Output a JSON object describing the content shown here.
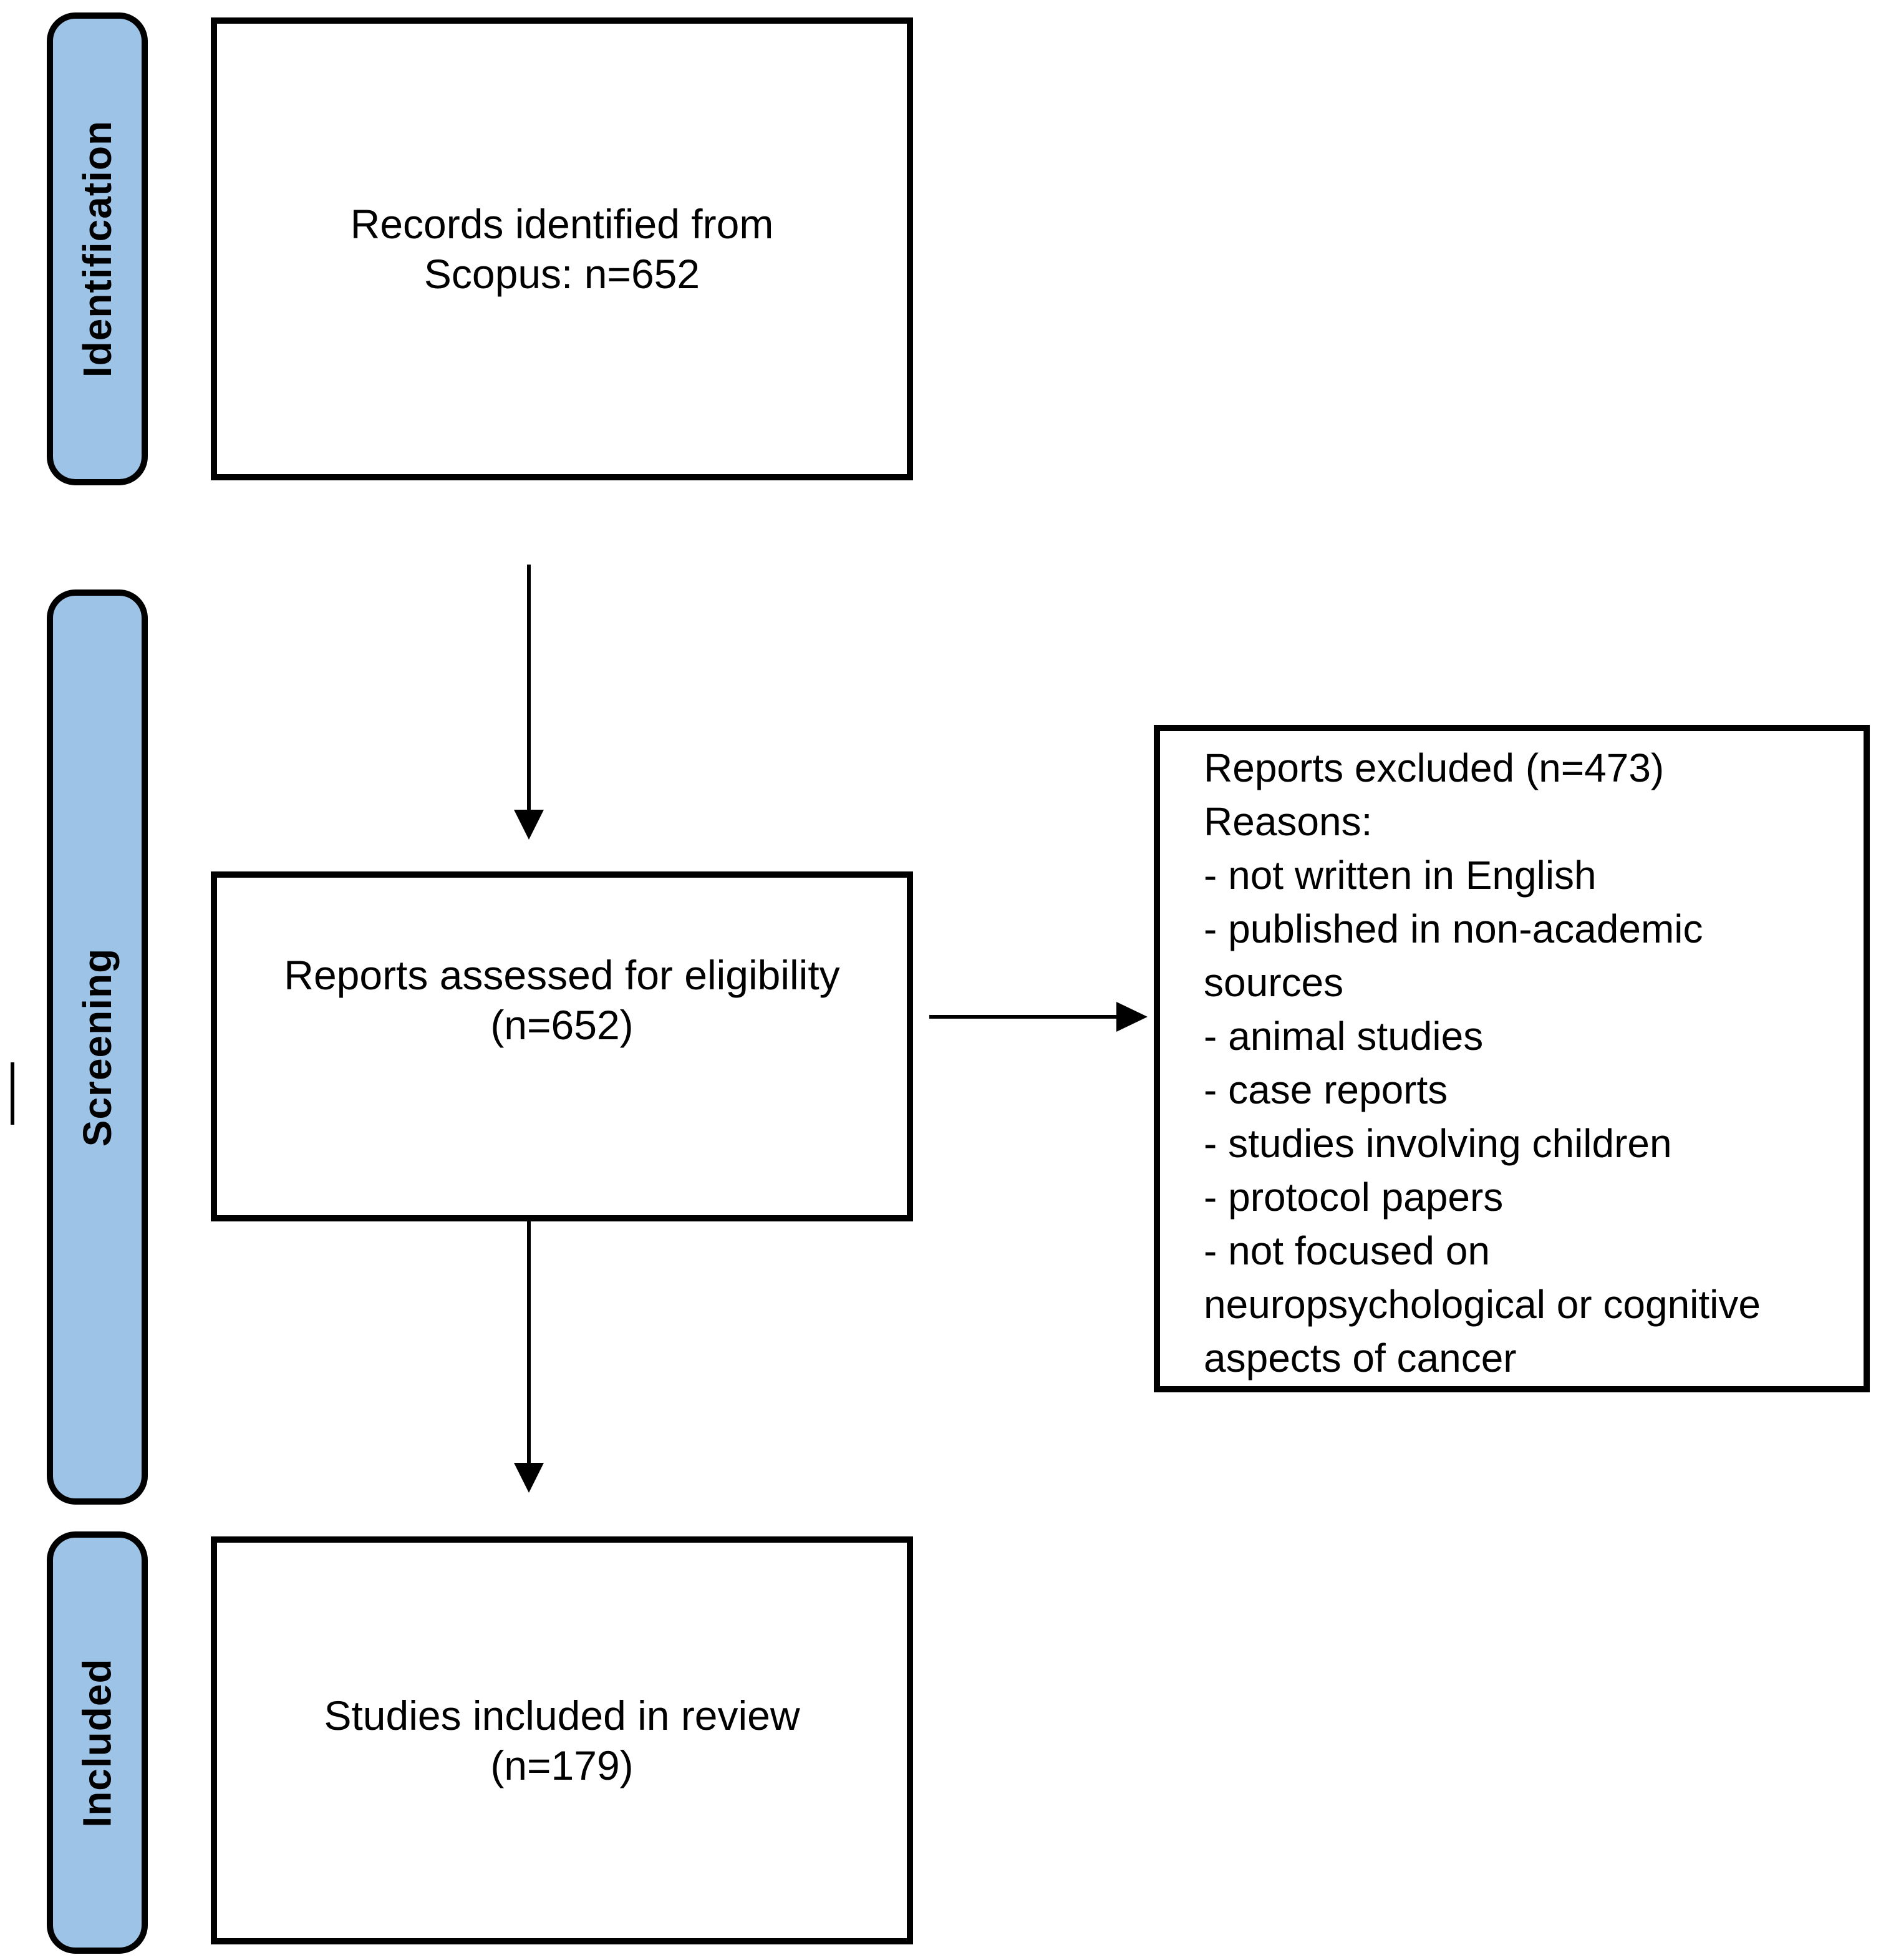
{
  "colors": {
    "stage_fill": "#9DC3E6",
    "outline": "#000000",
    "background": "#FFFFFF",
    "text": "#000000"
  },
  "stages": {
    "identification": "Identification",
    "screening": "Screening",
    "included": "Included"
  },
  "boxes": {
    "records_identified": {
      "line1": "Records identified from",
      "line2": "Scopus: n=652"
    },
    "reports_assessed": {
      "line1": "Reports assessed for eligibility",
      "line2": "(n=652)"
    },
    "studies_included": {
      "line1": "Studies included in review",
      "line2": "(n=179)"
    },
    "reports_excluded": {
      "title": "Reports excluded (n=473)",
      "reasons_label": "Reasons:",
      "reasons": [
        "- not written in English",
        "- published in non-academic sources",
        "- animal studies",
        "- case reports",
        "- studies involving children",
        "- protocol papers",
        "- not focused on neuropsychological or cognitive aspects of cancer"
      ]
    }
  }
}
